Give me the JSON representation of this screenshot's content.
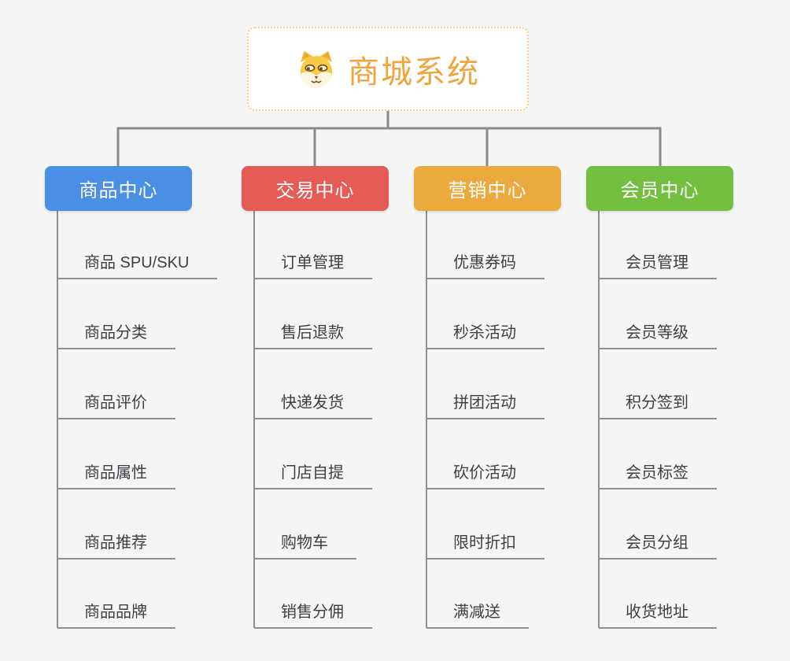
{
  "canvas": {
    "background_color": "#f5f5f5",
    "connector_color": "#8a8a8a",
    "underline_color": "#8f8f8f",
    "leaf_text_color": "#3c4044"
  },
  "root": {
    "title": "商城系统",
    "icon": "dog-face-icon",
    "text_color": "#f0a43e",
    "border_color": "#f7cf8f",
    "background_color": "#ffffff"
  },
  "branches": [
    {
      "label": "商品中心",
      "color": "#4a8fe4",
      "items": [
        "商品 SPU/SKU",
        "商品分类",
        "商品评价",
        "商品属性",
        "商品推荐",
        "商品品牌"
      ]
    },
    {
      "label": "交易中心",
      "color": "#e55b55",
      "items": [
        "订单管理",
        "售后退款",
        "快递发货",
        "门店自提",
        "购物车",
        "销售分佣"
      ]
    },
    {
      "label": "营销中心",
      "color": "#ebaa3e",
      "items": [
        "优惠券码",
        "秒杀活动",
        "拼团活动",
        "砍价活动",
        "限时折扣",
        "满减送"
      ]
    },
    {
      "label": "会员中心",
      "color": "#74bf40",
      "items": [
        "会员管理",
        "会员等级",
        "积分签到",
        "会员标签",
        "会员分组",
        "收货地址"
      ]
    }
  ]
}
